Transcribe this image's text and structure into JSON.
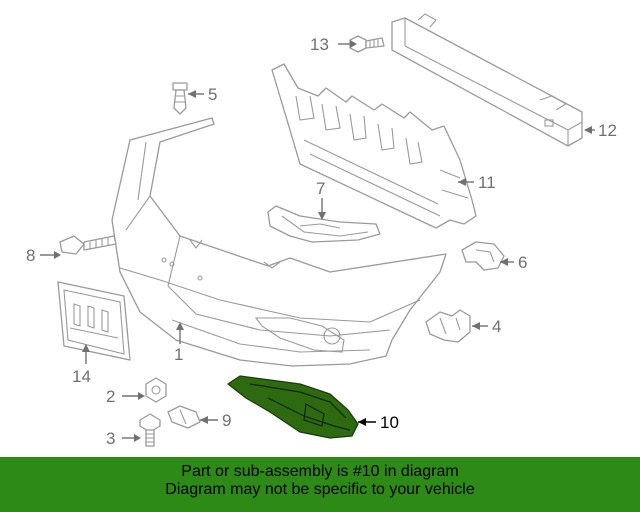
{
  "callouts": {
    "c1": "1",
    "c2": "2",
    "c3": "3",
    "c4": "4",
    "c5": "5",
    "c6": "6",
    "c7": "7",
    "c8": "8",
    "c9": "9",
    "c10": "10",
    "c11": "11",
    "c12": "12",
    "c13": "13",
    "c14": "14"
  },
  "highlighted_part": "10",
  "colors": {
    "highlight_part": "#2e6b10",
    "banner_bg": "#2d8a17",
    "line_art": "#9a9a9a"
  },
  "banner": {
    "line1": "Part or sub-assembly is #10 in diagram",
    "line2": "Diagram may not be specific to your vehicle"
  }
}
